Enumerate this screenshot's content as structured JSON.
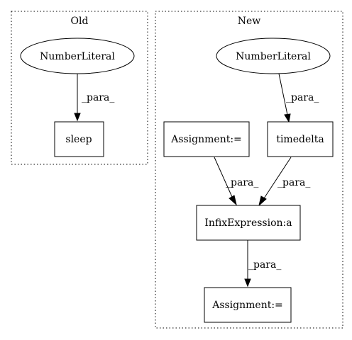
{
  "clusters": {
    "old": {
      "label": "Old"
    },
    "new": {
      "label": "New"
    }
  },
  "nodes": {
    "old_number_literal": {
      "label": "NumberLiteral"
    },
    "old_sleep": {
      "label": "sleep"
    },
    "new_number_literal": {
      "label": "NumberLiteral"
    },
    "new_assignment_top": {
      "label": "Assignment:="
    },
    "new_timedelta": {
      "label": "timedelta"
    },
    "new_infix_expression": {
      "label": "InfixExpression:a"
    },
    "new_assignment_bottom": {
      "label": "Assignment:="
    }
  },
  "edges": {
    "old_literal_to_sleep": {
      "label": "_para_"
    },
    "new_literal_to_timedelta": {
      "label": "_para_"
    },
    "new_assignment_to_infix": {
      "label": "_para_"
    },
    "new_timedelta_to_infix": {
      "label": "_para_"
    },
    "new_infix_to_assignment": {
      "label": "_para_"
    }
  }
}
